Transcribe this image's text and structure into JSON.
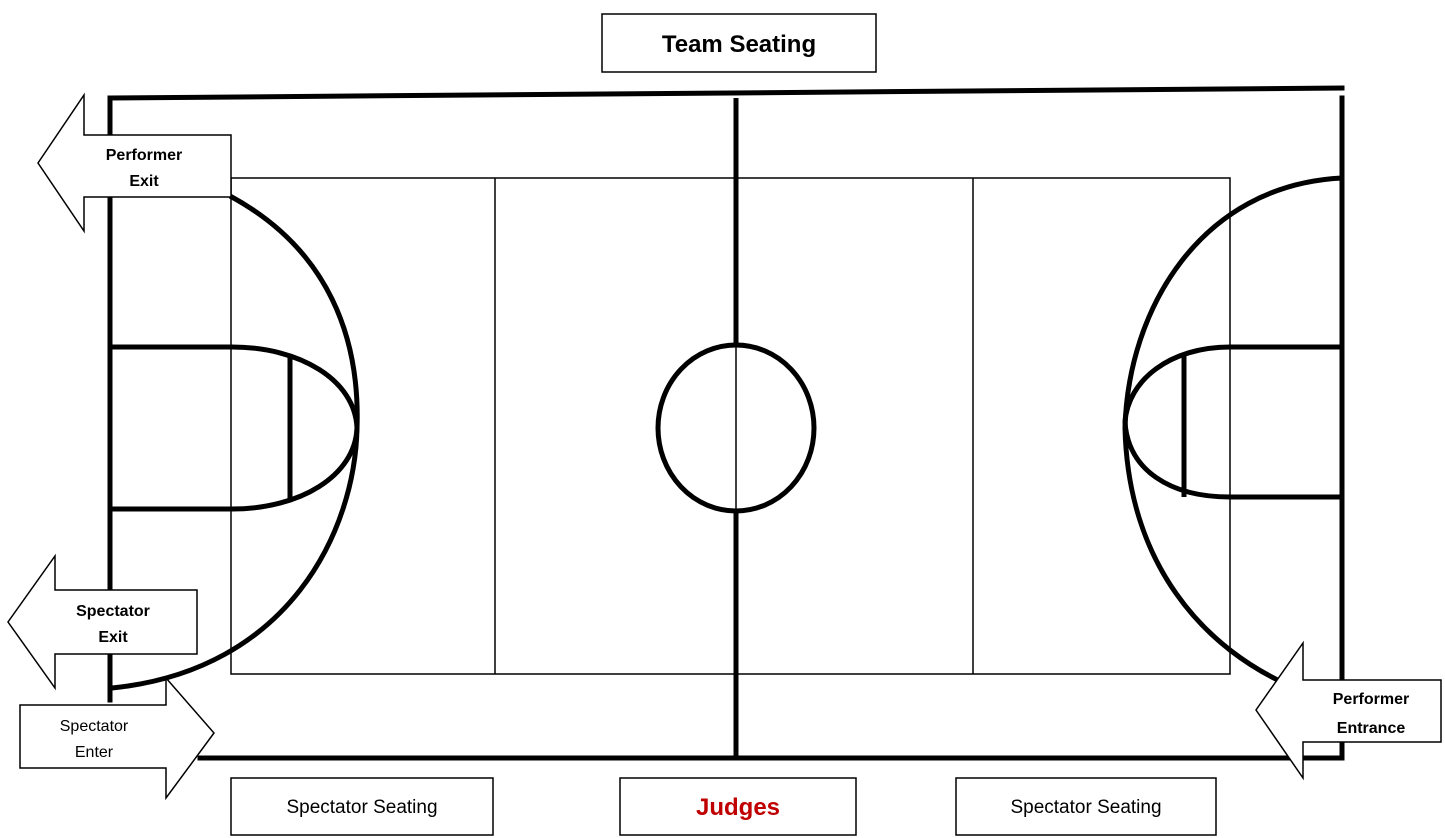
{
  "labels": {
    "team_seating": "Team Seating",
    "performer_exit_line1": "Performer",
    "performer_exit_line2": "Exit",
    "spectator_exit_line1": "Spectator",
    "spectator_exit_line2": "Exit",
    "spectator_enter_line1": "Spectator",
    "spectator_enter_line2": "Enter",
    "performer_entrance_line1": "Performer",
    "performer_entrance_line2": "Entrance",
    "spectator_seating_left": "Spectator Seating",
    "judges": "Judges",
    "spectator_seating_right": "Spectator Seating"
  },
  "colors": {
    "line": "#000000",
    "judges_text": "#c00000",
    "background": "#ffffff"
  }
}
